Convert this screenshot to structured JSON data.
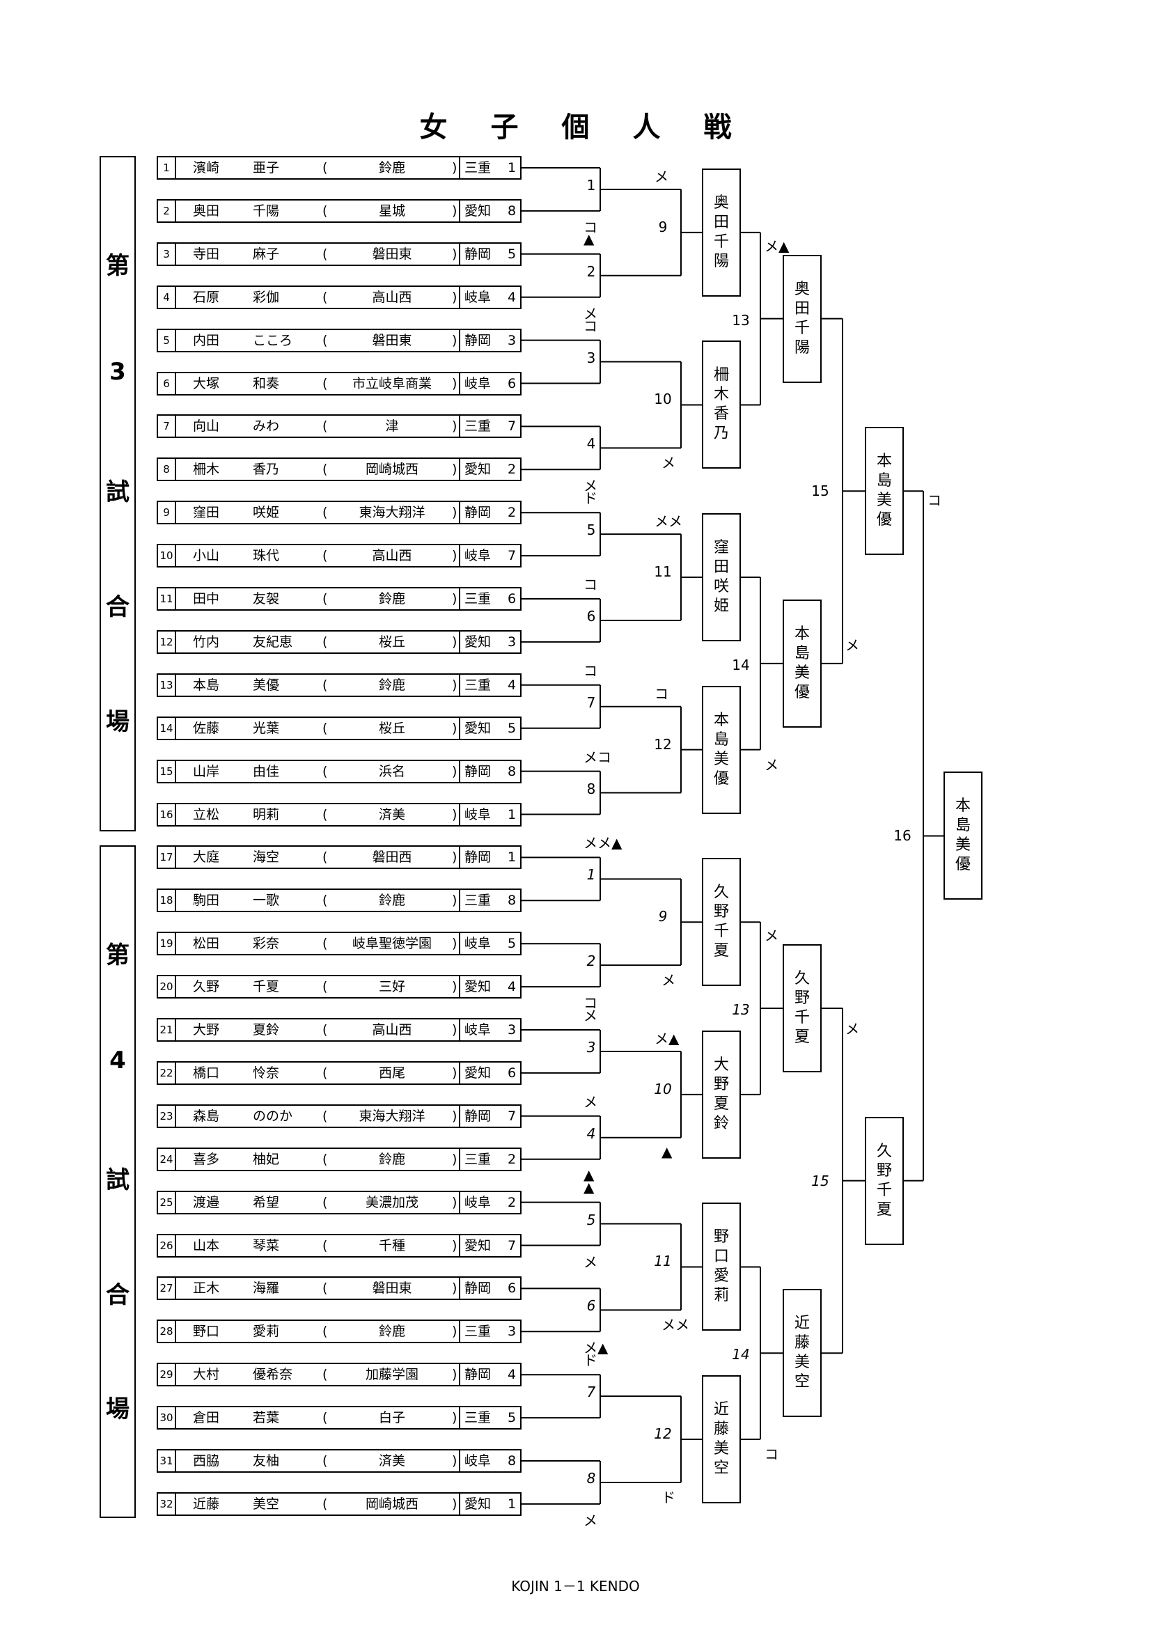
{
  "title": "女子個人戦",
  "venues": [
    {
      "chars": [
        "第",
        "3",
        "試",
        "合",
        "場"
      ]
    },
    {
      "chars": [
        "第",
        "4",
        "試",
        "合",
        "場"
      ]
    }
  ],
  "entries": [
    {
      "no": "1",
      "family": "濱崎",
      "given": "亜子",
      "school": "鈴鹿",
      "pref": "三重",
      "seed": "1"
    },
    {
      "no": "2",
      "family": "奥田",
      "given": "千陽",
      "school": "星城",
      "pref": "愛知",
      "seed": "8"
    },
    {
      "no": "3",
      "family": "寺田",
      "given": "麻子",
      "school": "磐田東",
      "pref": "静岡",
      "seed": "5"
    },
    {
      "no": "4",
      "family": "石原",
      "given": "彩伽",
      "school": "高山西",
      "pref": "岐阜",
      "seed": "4"
    },
    {
      "no": "5",
      "family": "内田",
      "given": "こころ",
      "school": "磐田東",
      "pref": "静岡",
      "seed": "3"
    },
    {
      "no": "6",
      "family": "大塚",
      "given": "和奏",
      "school": "市立岐阜商業",
      "pref": "岐阜",
      "seed": "6"
    },
    {
      "no": "7",
      "family": "向山",
      "given": "みわ",
      "school": "津",
      "pref": "三重",
      "seed": "7"
    },
    {
      "no": "8",
      "family": "柵木",
      "given": "香乃",
      "school": "岡崎城西",
      "pref": "愛知",
      "seed": "2"
    },
    {
      "no": "9",
      "family": "窪田",
      "given": "咲姫",
      "school": "東海大翔洋",
      "pref": "静岡",
      "seed": "2"
    },
    {
      "no": "10",
      "family": "小山",
      "given": "珠代",
      "school": "高山西",
      "pref": "岐阜",
      "seed": "7"
    },
    {
      "no": "11",
      "family": "田中",
      "given": "友袈",
      "school": "鈴鹿",
      "pref": "三重",
      "seed": "6"
    },
    {
      "no": "12",
      "family": "竹内",
      "given": "友紀恵",
      "school": "桜丘",
      "pref": "愛知",
      "seed": "3"
    },
    {
      "no": "13",
      "family": "本島",
      "given": "美優",
      "school": "鈴鹿",
      "pref": "三重",
      "seed": "4"
    },
    {
      "no": "14",
      "family": "佐藤",
      "given": "光葉",
      "school": "桜丘",
      "pref": "愛知",
      "seed": "5"
    },
    {
      "no": "15",
      "family": "山岸",
      "given": "由佳",
      "school": "浜名",
      "pref": "静岡",
      "seed": "8"
    },
    {
      "no": "16",
      "family": "立松",
      "given": "明莉",
      "school": "済美",
      "pref": "岐阜",
      "seed": "1"
    },
    {
      "no": "17",
      "family": "大庭",
      "given": "海空",
      "school": "磐田西",
      "pref": "静岡",
      "seed": "1"
    },
    {
      "no": "18",
      "family": "駒田",
      "given": "一歌",
      "school": "鈴鹿",
      "pref": "三重",
      "seed": "8"
    },
    {
      "no": "19",
      "family": "松田",
      "given": "彩奈",
      "school": "岐阜聖徳学園",
      "pref": "岐阜",
      "seed": "5"
    },
    {
      "no": "20",
      "family": "久野",
      "given": "千夏",
      "school": "三好",
      "pref": "愛知",
      "seed": "4"
    },
    {
      "no": "21",
      "family": "大野",
      "given": "夏鈴",
      "school": "高山西",
      "pref": "岐阜",
      "seed": "3"
    },
    {
      "no": "22",
      "family": "橋口",
      "given": "怜奈",
      "school": "西尾",
      "pref": "愛知",
      "seed": "6"
    },
    {
      "no": "23",
      "family": "森島",
      "given": "ののか",
      "school": "東海大翔洋",
      "pref": "静岡",
      "seed": "7"
    },
    {
      "no": "24",
      "family": "喜多",
      "given": "柚妃",
      "school": "鈴鹿",
      "pref": "三重",
      "seed": "2"
    },
    {
      "no": "25",
      "family": "渡邉",
      "given": "希望",
      "school": "美濃加茂",
      "pref": "岐阜",
      "seed": "2"
    },
    {
      "no": "26",
      "family": "山本",
      "given": "琴菜",
      "school": "千種",
      "pref": "愛知",
      "seed": "7"
    },
    {
      "no": "27",
      "family": "正木",
      "given": "海羅",
      "school": "磐田東",
      "pref": "静岡",
      "seed": "6"
    },
    {
      "no": "28",
      "family": "野口",
      "given": "愛莉",
      "school": "鈴鹿",
      "pref": "三重",
      "seed": "3"
    },
    {
      "no": "29",
      "family": "大村",
      "given": "優希奈",
      "school": "加藤学園",
      "pref": "静岡",
      "seed": "4"
    },
    {
      "no": "30",
      "family": "倉田",
      "given": "若葉",
      "school": "白子",
      "pref": "三重",
      "seed": "5"
    },
    {
      "no": "31",
      "family": "西脇",
      "given": "友柚",
      "school": "済美",
      "pref": "岐阜",
      "seed": "8"
    },
    {
      "no": "32",
      "family": "近藤",
      "given": "美空",
      "school": "岡崎城西",
      "pref": "愛知",
      "seed": "1"
    }
  ],
  "paren_open": "(",
  "paren_close": ")",
  "match_labels_top": {
    "r1": [
      "1",
      "2",
      "3",
      "4",
      "5",
      "6",
      "7",
      "8"
    ],
    "r2": [
      "9",
      "10",
      "11",
      "12"
    ],
    "r3": [
      "13",
      "14"
    ],
    "r4": [
      "15"
    ]
  },
  "match_labels_bottom": {
    "r1": [
      "1",
      "2",
      "3",
      "4",
      "5",
      "6",
      "7",
      "8"
    ],
    "r2": [
      "9",
      "10",
      "11",
      "12"
    ],
    "r3": [
      "13",
      "14"
    ],
    "r4": [
      "15"
    ]
  },
  "final_label": "16",
  "scores": {
    "r1": [
      "",
      "コ",
      "▲",
      "メ",
      "コ",
      "",
      "",
      "メ",
      "ド",
      "",
      "コ",
      "",
      "コ",
      "",
      "メコ",
      "",
      "メメ▲",
      "",
      "",
      "コ",
      "メ",
      "",
      "メ",
      "▲",
      "▲",
      "メ",
      "",
      "メ▲",
      "ド",
      "",
      "",
      "メ"
    ],
    "r2": [
      "メ",
      "",
      "",
      "メ",
      "メメ",
      "",
      "コ",
      "",
      "",
      "メ",
      "メ▲",
      "▲",
      "",
      "メメ",
      "",
      "ド"
    ],
    "r3": [
      "メ▲",
      "",
      "",
      "メ",
      "メ",
      "",
      "",
      "コ"
    ],
    "r4": [
      "",
      "メ",
      "メ",
      ""
    ],
    "r5": [
      "コ",
      ""
    ]
  },
  "winner_boxes": {
    "r2_top": [
      "奥田千陽",
      "柵木香乃",
      "窪田咲姫",
      "本島美優"
    ],
    "r3_top": [
      "奥田千陽",
      "本島美優"
    ],
    "r4_top": "本島美優",
    "r2_bottom": [
      "久野千夏",
      "大野夏鈴",
      "野口愛莉",
      "近藤美空"
    ],
    "r3_bottom": [
      "久野千夏",
      "近藤美空"
    ],
    "r4_bottom": "久野千夏",
    "champion": "本島美優"
  },
  "footer": "KOJIN 1－1 KENDO"
}
